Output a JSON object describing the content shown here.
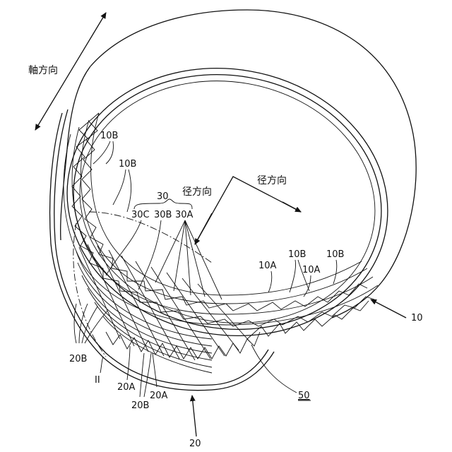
{
  "figure": {
    "labels": {
      "axial_direction": "軸方向",
      "radial_direction_1": "径方向",
      "radial_direction_2": "径方向",
      "ref_30": "30",
      "ref_30C": "30C",
      "ref_30B": "30B",
      "ref_30A": "30A",
      "ref_10B_a": "10B",
      "ref_10B_b": "10B",
      "ref_10B_c": "10B",
      "ref_10B_d": "10B",
      "ref_10A_a": "10A",
      "ref_10A_b": "10A",
      "ref_10": "10",
      "ref_20B_a": "20B",
      "ref_20B_b": "20B",
      "ref_20A_a": "20A",
      "ref_20A_b": "20A",
      "ref_20": "20",
      "ref_II": "II",
      "ref_50": "50"
    }
  }
}
